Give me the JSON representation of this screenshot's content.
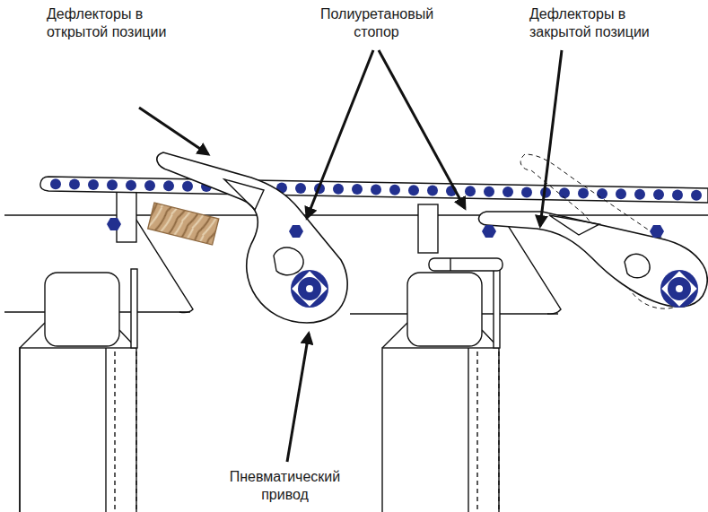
{
  "diagram": {
    "labels": [
      "Дефлекторы в открытой позиции",
      "Полиуретановый стопор",
      "Дефлекторы в закрытой позиции",
      "Пневматический привод"
    ]
  }
}
